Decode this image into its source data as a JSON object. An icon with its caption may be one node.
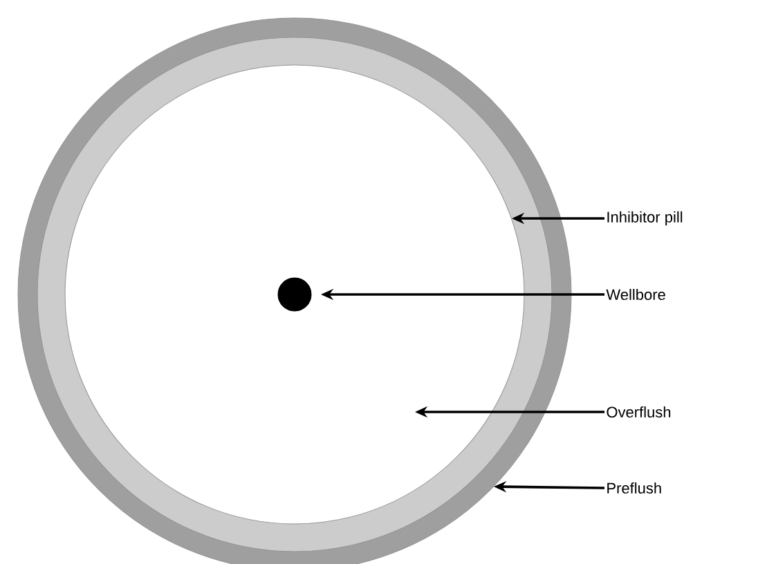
{
  "diagram": {
    "nodes": [
      {
        "text": [],
        "shape": "circle"
      },
      {
        "text": [],
        "shape": "circle",
        "in": 0
      },
      {
        "text": [],
        "shape": "circle",
        "in": 1
      },
      {
        "text": [],
        "shape": "circle",
        "in": 2
      },
      {
        "text": [
          "Inhibitor pill"
        ]
      },
      {
        "text": [
          "Wellbore"
        ]
      },
      {
        "text": [
          "Overflush"
        ]
      },
      {
        "text": [
          "Preflush"
        ]
      }
    ],
    "edges": [
      {
        "from": 4,
        "to": 1,
        "arrow": "to"
      },
      {
        "from": 5,
        "to": 3,
        "arrow": "to"
      },
      {
        "from": 6,
        "to": 2,
        "arrow": "to"
      },
      {
        "from": 7,
        "to": 0,
        "arrow": "to"
      }
    ]
  }
}
